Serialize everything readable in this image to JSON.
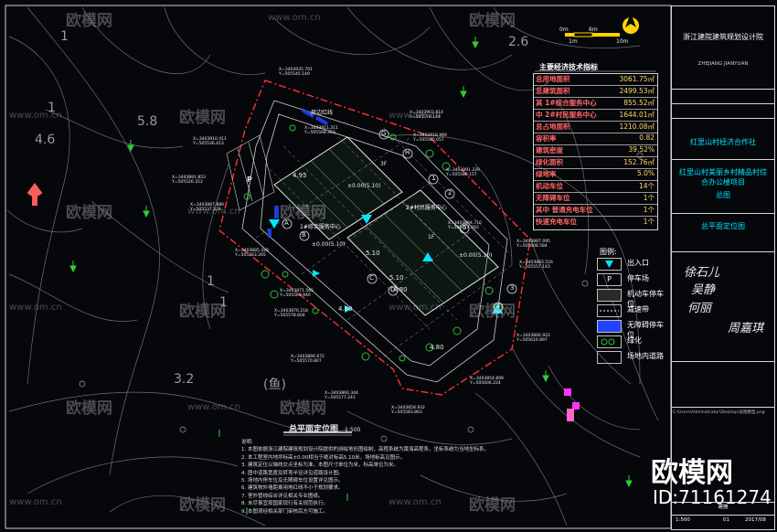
{
  "watermark": {
    "brand": "欧模网",
    "url": "www.om.cn",
    "brand_large": "欧模网",
    "id_text": "ID:71161274"
  },
  "contour_labels": [
    "2.6",
    "4.6",
    "5.8",
    "3.2",
    "1",
    "1",
    "1",
    "1",
    "(鱼)"
  ],
  "north_arrow": {
    "scale_labels": [
      "0m",
      "1m",
      "6m",
      "10m"
    ]
  },
  "economic_table": {
    "title": "主要经济技术指标",
    "rows": [
      {
        "key": "总用地面积",
        "value": "3061.75㎡"
      },
      {
        "key": "总建筑面积",
        "value": "2499.53㎡"
      },
      {
        "key": "其 1#综合服务中心",
        "value": "855.52㎡"
      },
      {
        "key": "中 2#村民服务中心",
        "value": "1644.01㎡"
      },
      {
        "key": "总占地面积",
        "value": "1210.08㎡"
      },
      {
        "key": "容积率",
        "value": "0.82"
      },
      {
        "key": "建筑密度",
        "value": "39.52%"
      },
      {
        "key": "绿化面积",
        "value": "152.76㎡"
      },
      {
        "key": "绿地率",
        "value": "5.0%"
      },
      {
        "key": "机动车位",
        "value": "14个"
      },
      {
        "key": "无障碍车位",
        "value": "1个"
      },
      {
        "key": "其中 普通充电车位",
        "value": "1个"
      },
      {
        "key": "快速充电车位",
        "value": "1个"
      }
    ]
  },
  "legend": {
    "title": "图例:",
    "items": [
      {
        "label": "出入口"
      },
      {
        "label": "停车场"
      },
      {
        "label": "机动车停车位"
      },
      {
        "label": "减速带"
      },
      {
        "label": "无障碍停车位"
      },
      {
        "label": "绿化"
      },
      {
        "label": "场地内道路"
      }
    ]
  },
  "title_block": {
    "company": "浙江建院建筑规划设计院",
    "company_en": "ZHEJIANG JIANYUAN",
    "client": "红里山村经济合作社",
    "project": "红里山村美丽乡村精品村综合办公楼项目",
    "stage": "总图",
    "drawing_name": "总平面定位图",
    "scale": "1:500",
    "sheet": "01",
    "date": "2017/08",
    "sheet_label": "建施"
  },
  "plan": {
    "title": "总平面定位图",
    "scale": "1:500",
    "building1_label": "1#综合服务中心",
    "building1_floors": "3F",
    "building2_label": "2#村民服务中心",
    "building2_floors": "1F",
    "elev1": "±0.00(5.10)",
    "elev2": "±0.00(5.10)",
    "elev3": "±0.00(5.10)",
    "lvl1": "4.95",
    "lvl2": "5.10",
    "lvl3": "4.80",
    "lvl4": "4.80",
    "lvl5": "5.10",
    "lvl6": "4.80",
    "road_label": "周边红线",
    "parking_label": "P",
    "grids": [
      "A",
      "B",
      "C",
      "D",
      "E",
      "F",
      "G",
      "H",
      "1",
      "2",
      "3",
      "4",
      "5"
    ],
    "coords": [
      "X=3403935.701\nY=505545.140",
      "X=3403911.311\nY=505568.363",
      "X=3403910.411\nY=505536.413",
      "X=3403903.814\nY=505578.144",
      "X=3403918.969\nY=505585.057",
      "X=3403891.853\nY=505526.353",
      "X=3403887.889\nY=505537.529",
      "X=3403885.329\nY=505563.265",
      "X=3403891.229\nY=505588.157",
      "X=3403894.710\nY=505614.293",
      "X=3403887.095\nY=505608.584",
      "X=3403883.516\nY=505557.143",
      "X=3403871.565\nY=505569.940",
      "X=3403876.218\nY=505578.604",
      "X=3403866.672\nY=505570.807",
      "X=3403860.344\nY=505577.241",
      "X=3403858.932\nY=505583.863",
      "X=3403854.809\nY=505606.224",
      "X=3403866.922\nY=505610.897"
    ]
  },
  "notes": {
    "title": "说明:",
    "lines": [
      "1. 本图依据浙江建院建筑规划设计院提供的测绘地形图绘制，高程系统为黄海高程系，坐标系统为当地坐标系。",
      "2. 本工程室内地坪标高±0.00相当于绝对标高5.10米，场地标高见图示。",
      "3. 建筑定位以轴线交点坐标为准，本图尺寸单位为米，标高单位为米。",
      "4. 图中道路宽度及转弯半径详见道路设计图。",
      "5. 场地内停车位及无障碍车位设置详见图示。",
      "6. 建筑物外墙距离用地红线不小于规划要求。",
      "7. 室外管线综合详见相关专业图纸。",
      "8. 未尽事宜按国家现行有关规范执行。",
      "9. 本图须经相关部门审核后方可施工。"
    ]
  },
  "file_path": "C:\\Users\\Administrator\\Desktop\\总图模型.png",
  "signatures": [
    "徐石儿",
    "吴静",
    "何丽",
    "周嘉琪"
  ]
}
